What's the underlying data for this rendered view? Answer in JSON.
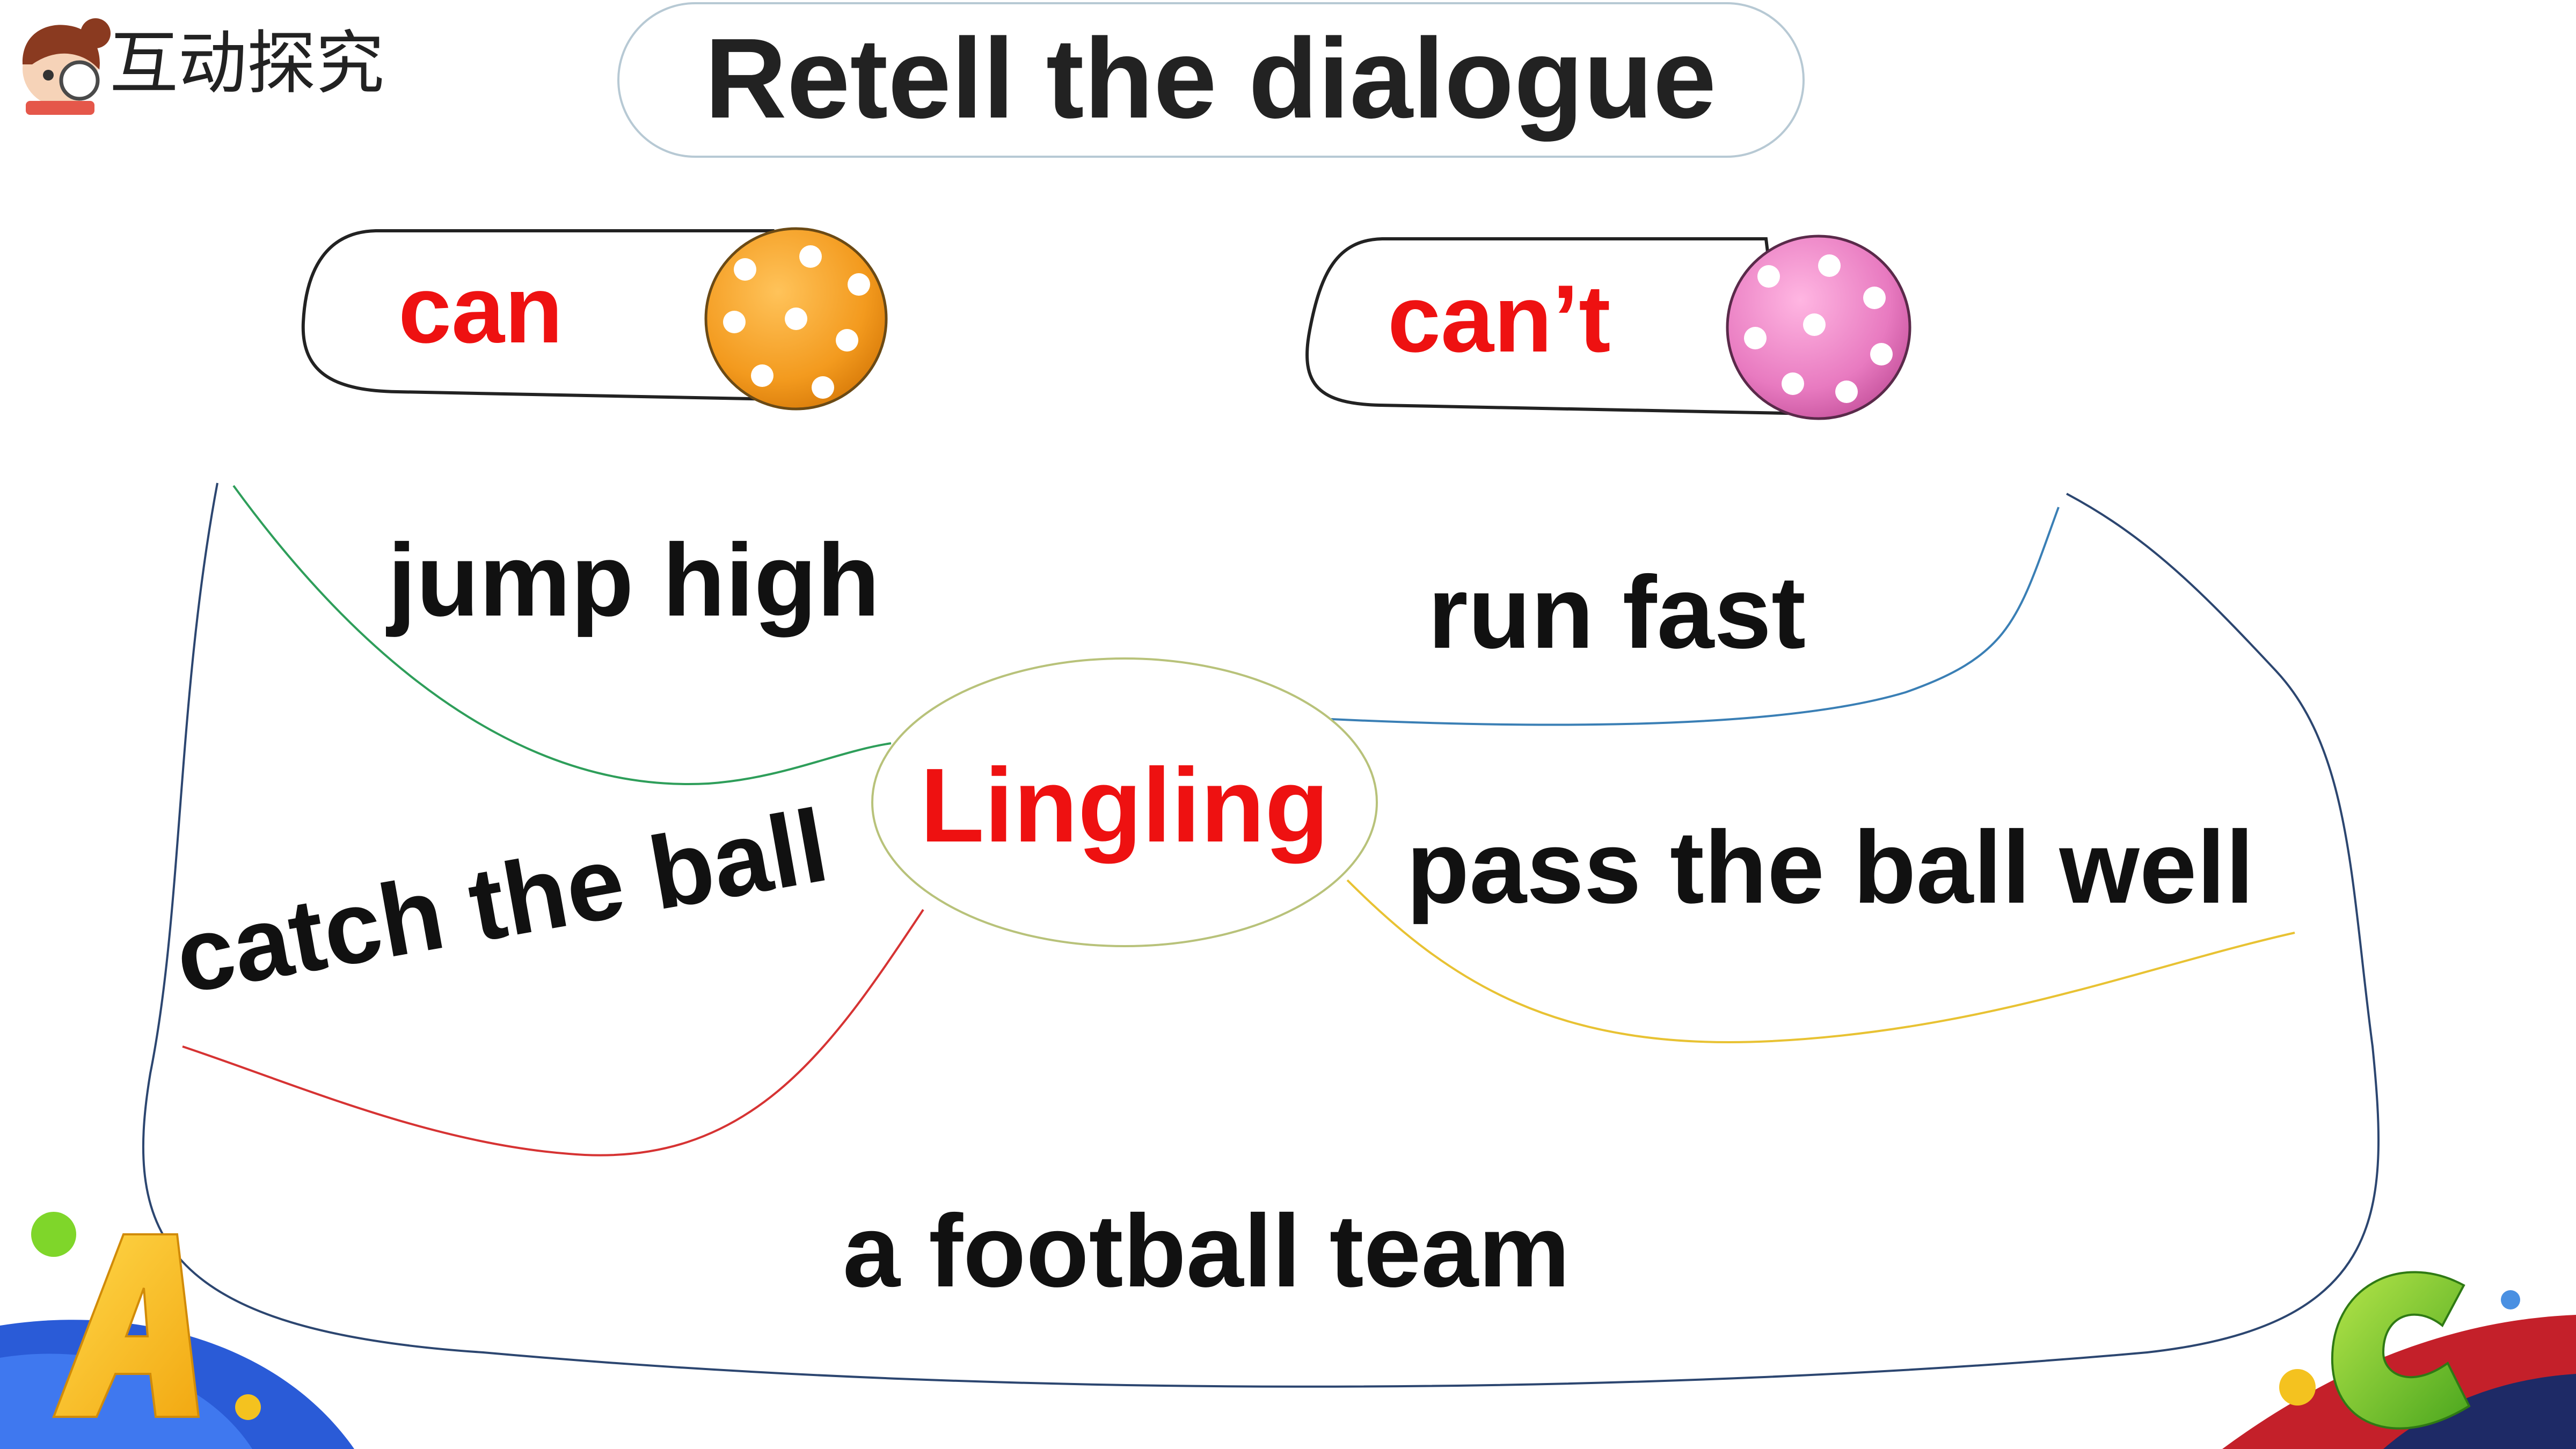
{
  "header": {
    "section_label": "互动探究",
    "title": "Retell the dialogue"
  },
  "categories": {
    "can_label": "can",
    "cant_label": "can’t"
  },
  "center": {
    "name": "Lingling"
  },
  "phrases": {
    "jump_high": "jump high",
    "run_fast": "run fast",
    "catch_the_ball": "catch the ball",
    "pass_the_ball_well": "pass the ball well",
    "a_football_team": "a football team"
  },
  "decorations": {
    "corner_letter_left": "A",
    "corner_letter_right": "C"
  },
  "colors": {
    "accent_red": "#ee1111",
    "orange_ball": "#f39a1e",
    "pink_ball": "#e87ac0",
    "branch_green": "#2e9e5a",
    "branch_blue": "#3a7fb5",
    "branch_red": "#d63333",
    "branch_yellow": "#e8c233",
    "outline_navy": "#2c4670",
    "center_oval": "#b8c27a",
    "corner_blue": "#2a5bd7",
    "corner_red": "#c4202a"
  },
  "icons": {
    "mascot": "girl-with-magnifier-icon"
  }
}
